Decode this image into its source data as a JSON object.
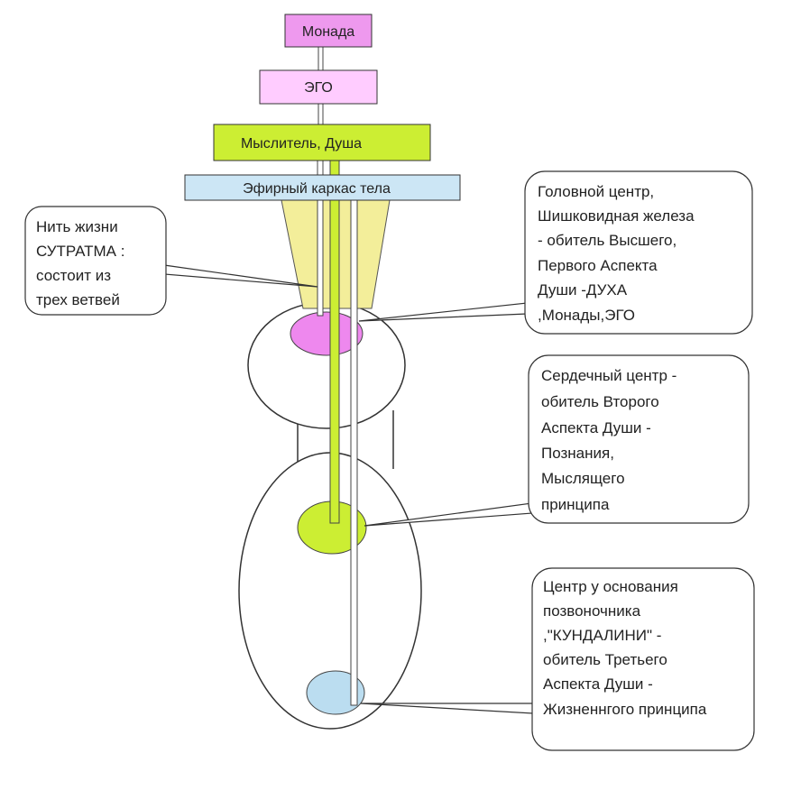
{
  "boxes": {
    "monad": "Монада",
    "ego": "ЭГО",
    "thinker": "Мыслитель, Душа",
    "etheric": "Эфирный каркас тела"
  },
  "callouts": {
    "sutratma": [
      "Нить жизни",
      "СУТРАТМА :",
      "состоит из",
      "трех ветвей"
    ],
    "head": [
      "Головной центр,",
      "Шишковидная железа",
      "- обитель Высшего,",
      "Первого Аспекта",
      "Души -ДУХА",
      ",Монады,ЭГО"
    ],
    "heart": [
      "Сердечный центр  -",
      "обитель Второго",
      "Аспекта Души -",
      "Познания,",
      "Мыслящего",
      "принципа"
    ],
    "base": [
      "Центр у основания",
      "позвоночника",
      ",\"КУНДАЛИНИ\"  -",
      "обитель Третьего",
      "Аспекта Души -",
      "Жизненнгого  принципа"
    ]
  },
  "colors": {
    "monad_fill": "#ee99ee",
    "ego_fill": "#ffccff",
    "thinker_fill": "#ccee33",
    "etheric_fill": "#cce6f5",
    "cone_fill": "#f3ee9a",
    "head_center": "#ee88ee",
    "heart_center": "#ccee33",
    "base_center": "#bbddf0",
    "outline": "#333333"
  }
}
